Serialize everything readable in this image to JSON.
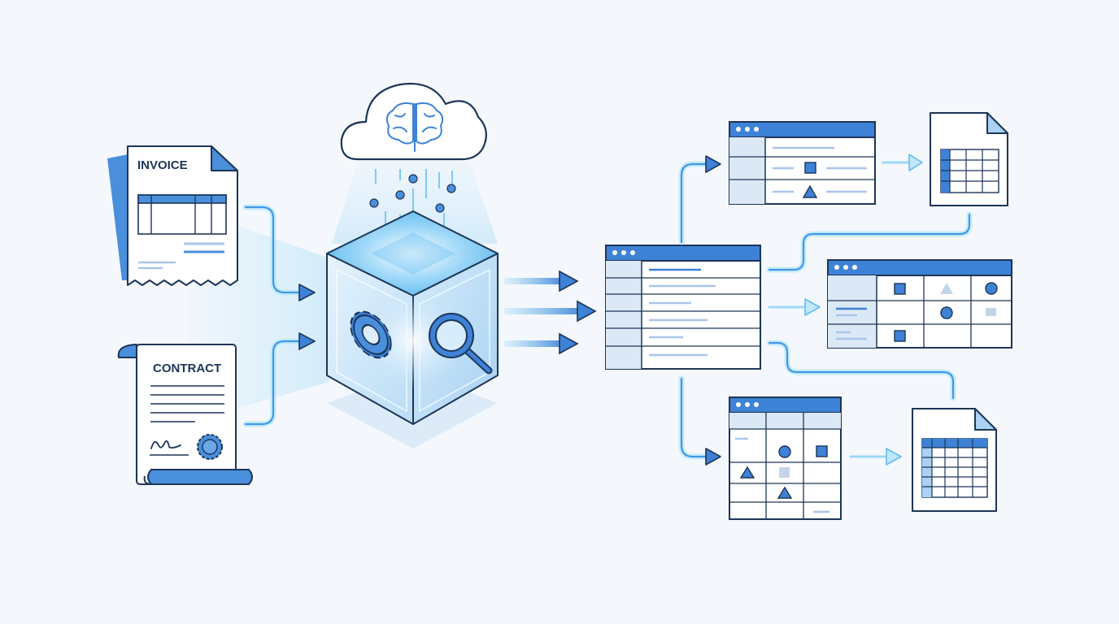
{
  "inputs": {
    "invoice": {
      "title": "INVOICE"
    },
    "contract": {
      "title": "CONTRACT"
    }
  },
  "processor": {
    "cloud_icon": "brain-icon",
    "left_face_icon": "gear-icon",
    "right_face_icon": "magnifier-icon"
  },
  "outputs": {
    "record_windows": 4,
    "spreadsheet_files": 2
  },
  "colors": {
    "navy": "#1d3557",
    "accent": "#3d82d6",
    "light_blue": "#62bdf0",
    "pale": "#dbe9f7",
    "background": "#f4f8fc"
  }
}
